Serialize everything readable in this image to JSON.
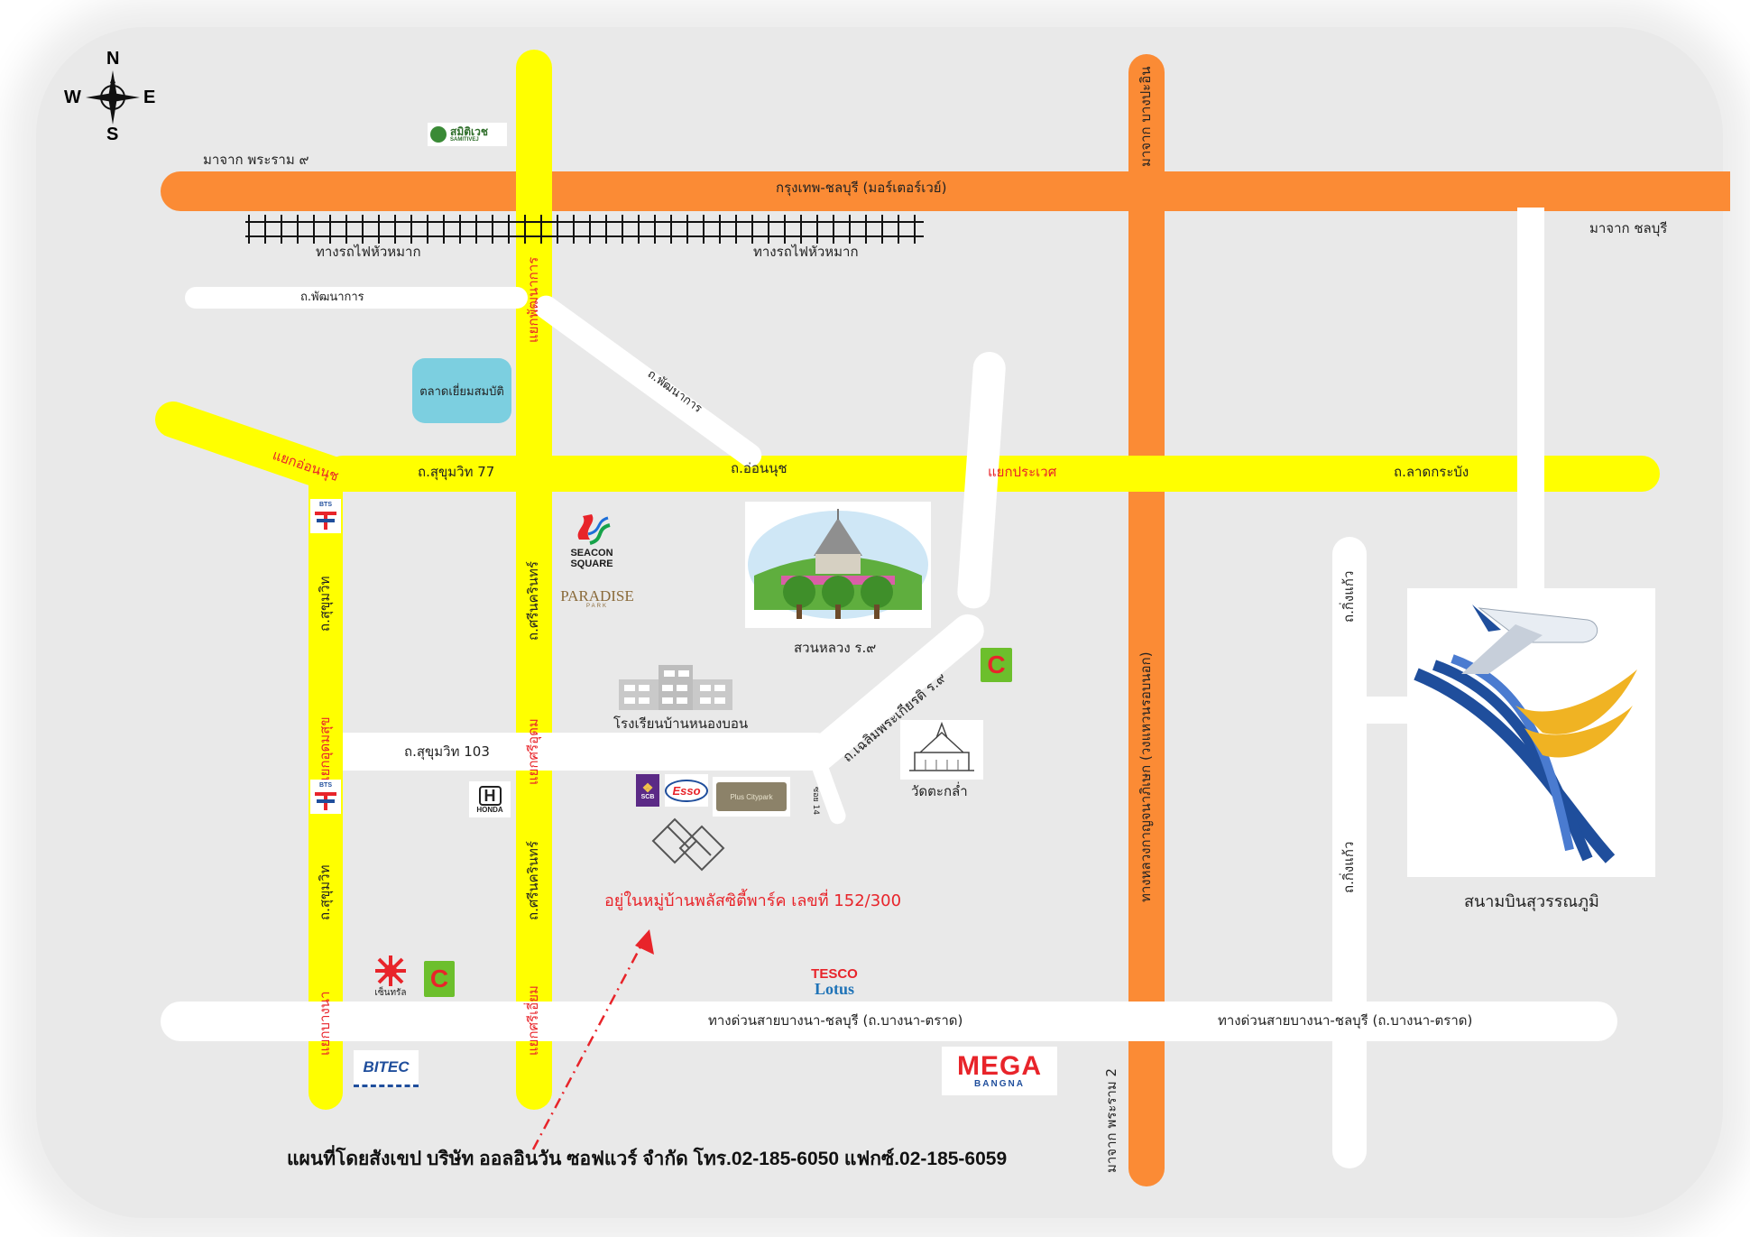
{
  "compass": {
    "n": "N",
    "s": "S",
    "e": "E",
    "w": "W"
  },
  "roads": {
    "motorway": "กรุงเทพ-ชลบุรี (มอร์เตอร์เวย์)",
    "from_rama9": "มาจาก พระราม ๙",
    "from_chonburi": "มาจาก ชลบุรี",
    "railway_1": "ทางรถไฟหัวหมาก",
    "railway_2": "ทางรถไฟหัวหมาก",
    "phatthanakan_1": "ถ.พัฒนาการ",
    "phatthanakan_2": "ถ.พัฒนาการ",
    "sukhumvit77": "ถ.สุขุมวิท 77",
    "on_nut": "ถ.อ่อนนุช",
    "lat_krabang": "ถ.ลาดกระบัง",
    "sukhumvit103": "ถ.สุขุมวิท 103",
    "bangna_trat_1": "ทางด่วนสายบางนา-ชลบุรี (ถ.บางนา-ตราด)",
    "bangna_trat_2": "ทางด่วนสายบางนา-ชลบุรี (ถ.บางนา-ตราด)",
    "from_bang_pa_in": "มาจาก บางปะอิน",
    "from_rama2": "มาจาก พระราม 2",
    "kanchanaphisek": "ทางหลวงกาญจนาภิเษก (วงแหวนรอบนอก)",
    "chaloem_phrakiat": "ถ.เฉลิมพระเกียรติ ร.๙",
    "soi14": "ซอย 14",
    "king_kaeo_1": "ถ.กิ่งแก้ว",
    "king_kaeo_2": "ถ.กิ่งแก้ว",
    "sukhumvit_a": "ถ.สุขุมวิท",
    "sukhumvit_b": "ถ.สุขุมวิท",
    "srinakarin_a": "ถ.ศรีนครินทร์",
    "srinakarin_b": "ถ.ศรีนครินทร์"
  },
  "junctions": {
    "phatthanakan": "แยกพัฒนาการ",
    "on_nut": "แยกอ่อนนุช",
    "prawet": "แยกประเวศ",
    "udom_suk": "แยกอุดมสุข",
    "si_udom": "แยกศรีอุดม",
    "bang_na": "แยกบางนา",
    "si_iam": "แยกศรีเอี่ยม"
  },
  "places": {
    "samitivej_th": "สมิติเวช",
    "samitivej_en": "SAMITIVEJ",
    "market": "ตลาดเยี่ยมสมบัติ",
    "seacon_1": "SEACON",
    "seacon_2": "SQUARE",
    "paradise": "PARADISE",
    "paradise_sub": "PARK",
    "park": "สวนหลวง ร.๙",
    "school": "โรงเรียนบ้านหนองบอน",
    "temple": "วัดตะกล่ำ",
    "airport": "สนามบินสุวรรณภูมิ",
    "bts": "BTS",
    "honda": "HONDA",
    "scb": "SCB",
    "esso": "Esso",
    "citypark": "Plus Citypark",
    "big_c": "Big C",
    "tesco_1": "TESCO",
    "tesco_2": "Lotus",
    "central": "เซ็นทรัล",
    "bitec": "BITEC",
    "mega_1": "MEGA",
    "mega_2": "BANGNA"
  },
  "destination": "อยู่ในหมู่บ้านพลัสซิตี้พาร์ค เลขที่ 152/300",
  "caption": "แผนที่โดยสังเขป บริษัท ออลอินวัน ซอฟแวร์ จำกัด โทร.02-185-6050 แฟกซ์.02-185-6059",
  "colors": {
    "main_road": "#ffff00",
    "highway": "#fb8b35",
    "minor_road": "#ffffff",
    "label_red": "#e8242a",
    "background": "#e9e9e9"
  }
}
